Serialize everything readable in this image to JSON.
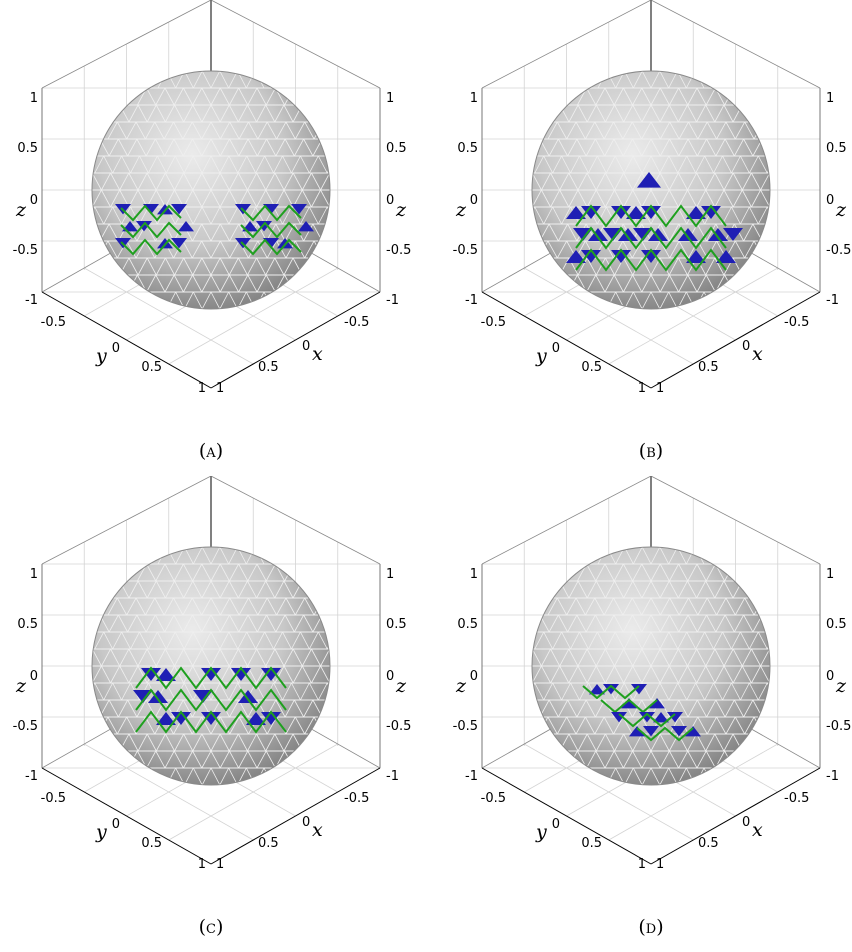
{
  "panels": [
    {
      "caption": "(a)",
      "ticks": {
        "z_left": [
          "1",
          "0.5",
          "0",
          "-0.5",
          "-1"
        ],
        "z_right": [
          "1",
          "0.5",
          "0",
          "-0.5",
          "-1"
        ],
        "y": [
          "-0.5",
          "0",
          "0.5",
          "1"
        ],
        "x": [
          "-0.5",
          "0",
          "0.5",
          "1"
        ]
      },
      "axis_labels": {
        "z_left": "z",
        "z_right": "z",
        "y": "y",
        "x": "x"
      }
    },
    {
      "caption": "(b)",
      "ticks": {
        "z_left": [
          "1",
          "0.5",
          "0",
          "-0.5",
          "-1"
        ],
        "z_right": [
          "1",
          "0.5",
          "0",
          "-0.5",
          "-1"
        ],
        "y": [
          "-0.5",
          "0",
          "0.5",
          "1"
        ],
        "x": [
          "-0.5",
          "0",
          "0.5",
          "1"
        ]
      },
      "axis_labels": {
        "z_left": "z",
        "z_right": "z",
        "y": "y",
        "x": "x"
      }
    },
    {
      "caption": "(c)",
      "ticks": {
        "z_left": [
          "1",
          "0.5",
          "0",
          "-0.5",
          "-1"
        ],
        "z_right": [
          "1",
          "0.5",
          "0",
          "-0.5",
          "-1"
        ],
        "y": [
          "-0.5",
          "0",
          "0.5",
          "1"
        ],
        "x": [
          "-0.5",
          "0",
          "0.5",
          "1"
        ]
      },
      "axis_labels": {
        "z_left": "z",
        "z_right": "z",
        "y": "y",
        "x": "x"
      }
    },
    {
      "caption": "(d)",
      "ticks": {
        "z_left": [
          "1",
          "0.5",
          "0",
          "-0.5",
          "-1"
        ],
        "z_right": [
          "1",
          "0.5",
          "0",
          "-0.5",
          "-1"
        ],
        "y": [
          "-0.5",
          "0",
          "0.5",
          "1"
        ],
        "x": [
          "-0.5",
          "0",
          "0.5",
          "1"
        ]
      },
      "axis_labels": {
        "z_left": "z",
        "z_right": "z",
        "y": "y",
        "x": "x"
      }
    }
  ],
  "colors": {
    "sphere_fill": "#c9c9c9",
    "mesh_edge": "#efefef",
    "highlight_face": "#1f1fb4",
    "highlight_edge": "#1fa01f",
    "grid_line": "#d4d4d4",
    "axis_line": "#000000"
  }
}
